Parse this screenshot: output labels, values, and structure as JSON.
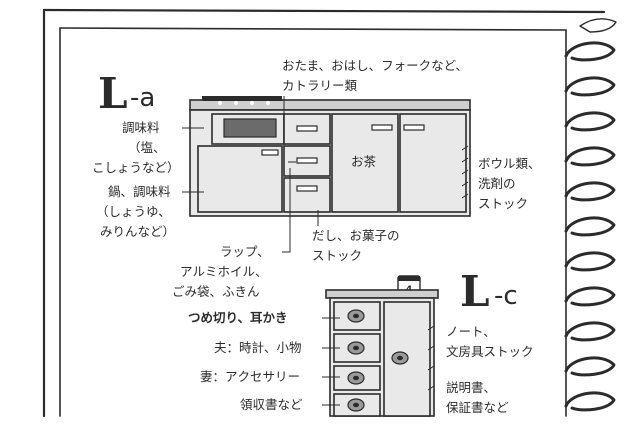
{
  "section_a": {
    "letter": "L",
    "suffix": "-a",
    "labels": {
      "top": [
        "おたま、おはし、フォークなど、",
        "カトラリー類"
      ],
      "left_seasoning": [
        "調味料",
        "（塩、",
        "こしょうなど）"
      ],
      "left_pot": [
        "鍋、調味料",
        "（しょうゆ、",
        "みりんなど）"
      ],
      "tea": "お茶",
      "right_bowl": [
        "ボウル類、",
        "洗剤の",
        "ストック"
      ],
      "bottom_dashi": [
        "だし、お菓子の",
        "ストック"
      ],
      "bottom_wrap": {
        "line1_bold": "ラップ",
        "line1_rest": "、",
        "line2_bold": "アルミホイル",
        "line2_rest": "、",
        "line3_bold": "ごみ袋",
        "line3_rest": "、ふきん"
      }
    }
  },
  "section_c": {
    "letter": "L",
    "suffix": "-c",
    "clock_number": "4",
    "labels": {
      "nail": "つめ切り、耳かき",
      "husband": "夫：時計、小物",
      "wife": "妻：アクセサリー",
      "receipt": "領収書など",
      "notebook": [
        "ノート、",
        "文房具ストック"
      ],
      "manual": [
        "説明書、",
        "保証書など"
      ]
    }
  }
}
